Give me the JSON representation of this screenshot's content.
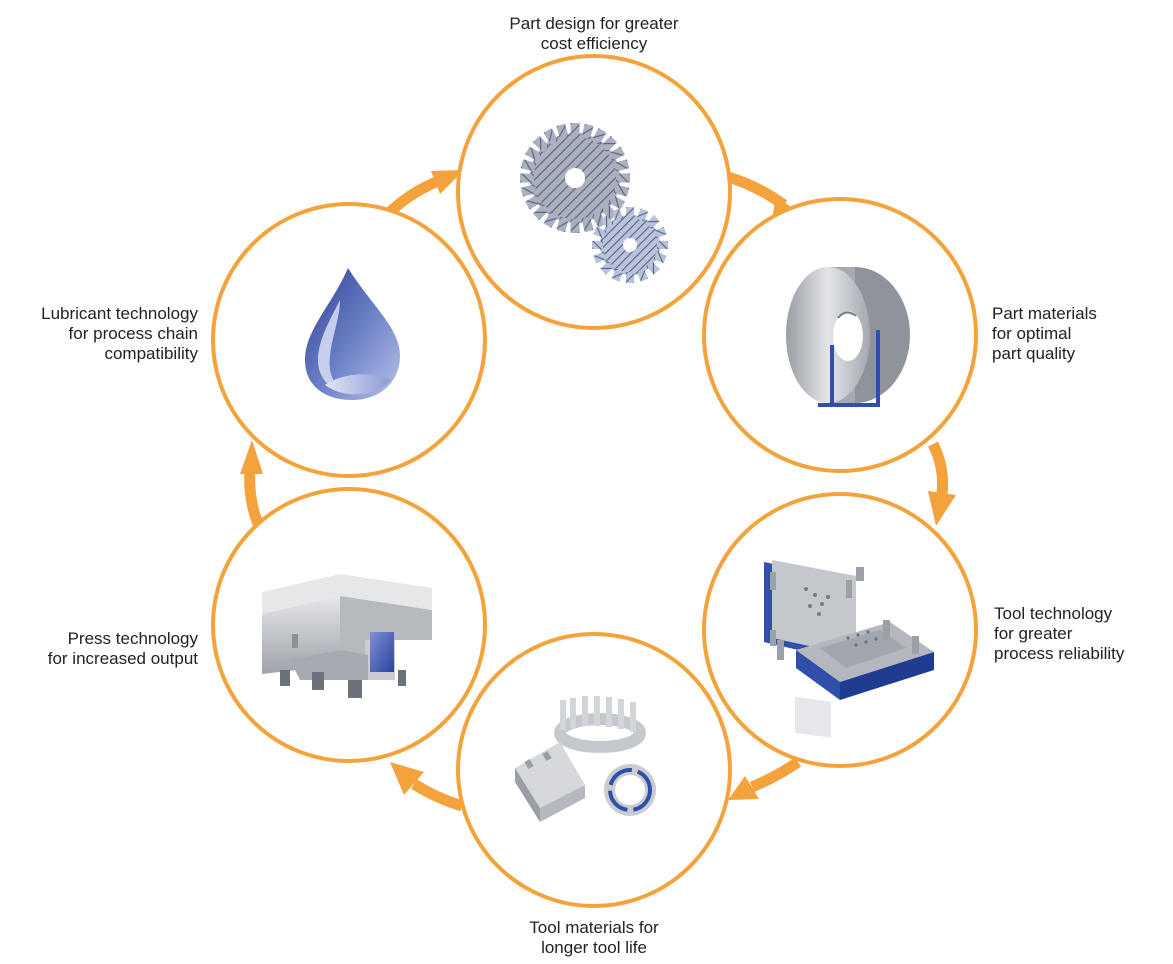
{
  "colors": {
    "ring": "#f4a23c",
    "arrow": "#f4a23c",
    "steel_light": "#d6d8db",
    "steel_mid": "#b4b7bc",
    "steel_dark": "#8c9097",
    "blue": "#2f4fa8",
    "blue_light": "#8fa2d6",
    "drop_dark": "#34469a",
    "drop_light": "#b5c0e6"
  },
  "stages": [
    {
      "id": "part-design",
      "icon": "gears-icon",
      "label_lines": [
        "Part design for greater",
        "cost efficiency"
      ]
    },
    {
      "id": "part-materials",
      "icon": "steel-coil-icon",
      "label_lines": [
        "Part materials",
        "for optimal",
        "part quality"
      ]
    },
    {
      "id": "tool-technology",
      "icon": "die-set-icon",
      "label_lines": [
        "Tool technology",
        "for greater",
        "process reliability"
      ]
    },
    {
      "id": "tool-materials",
      "icon": "tool-parts-icon",
      "label_lines": [
        "Tool materials for",
        "longer tool life"
      ]
    },
    {
      "id": "press-technology",
      "icon": "press-machine-icon",
      "label_lines": [
        "Press technology",
        "for increased output"
      ]
    },
    {
      "id": "lubricant-technology",
      "icon": "oil-drop-icon",
      "label_lines": [
        "Lubricant technology",
        "for process chain",
        "compatibility"
      ]
    }
  ]
}
